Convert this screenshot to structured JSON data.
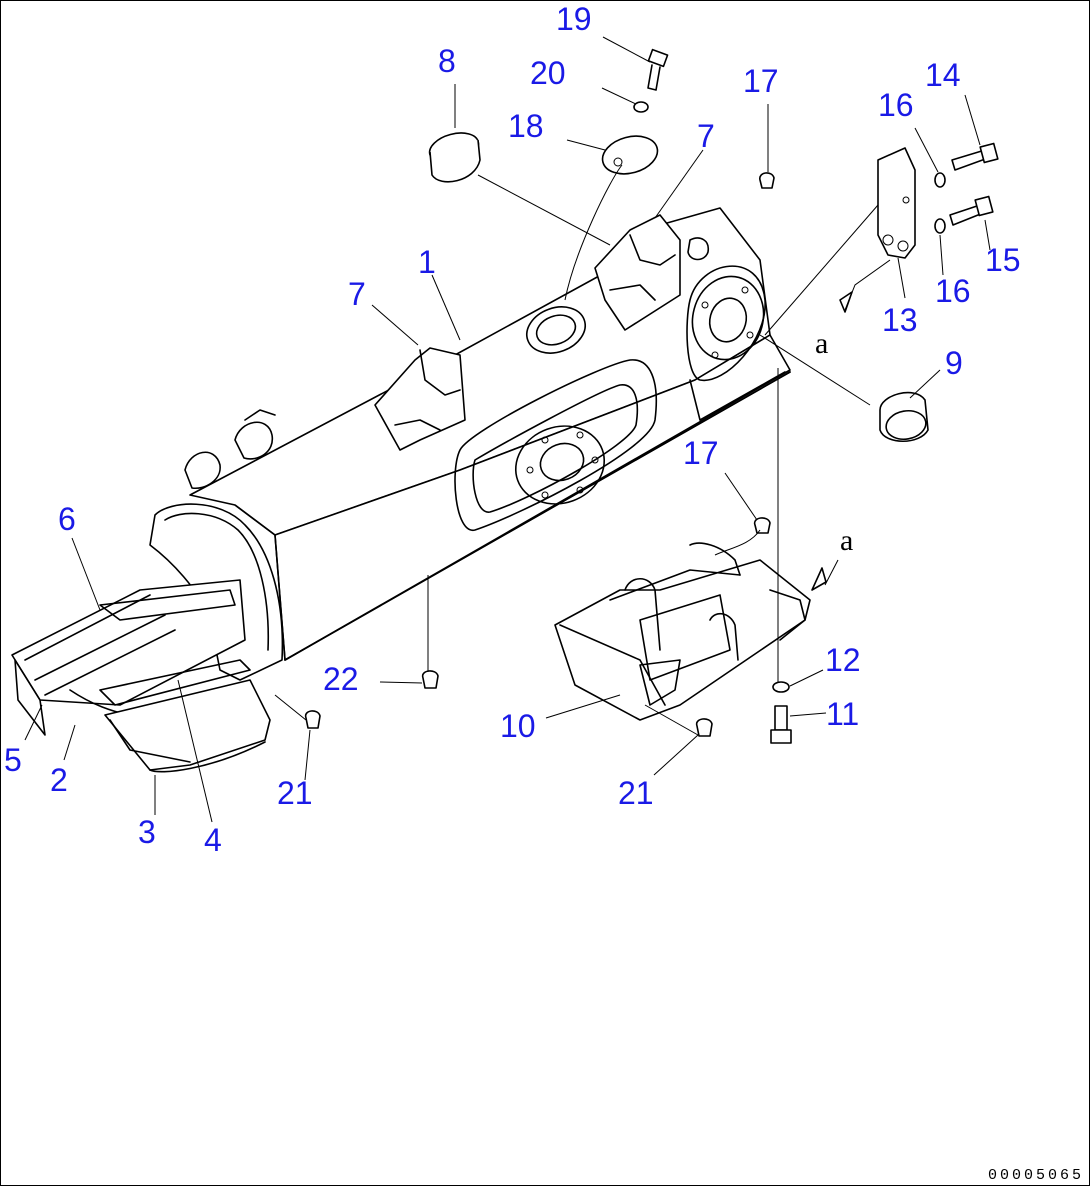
{
  "diagram": {
    "callouts": [
      "19",
      "20",
      "8",
      "18",
      "17",
      "7",
      "14",
      "16",
      "15",
      "1",
      "7",
      "16",
      "13",
      "a",
      "9",
      "17",
      "6",
      "a",
      "12",
      "22",
      "11",
      "10",
      "5",
      "2",
      "21",
      "21",
      "3",
      "4"
    ],
    "drawing_code": "00005065"
  }
}
